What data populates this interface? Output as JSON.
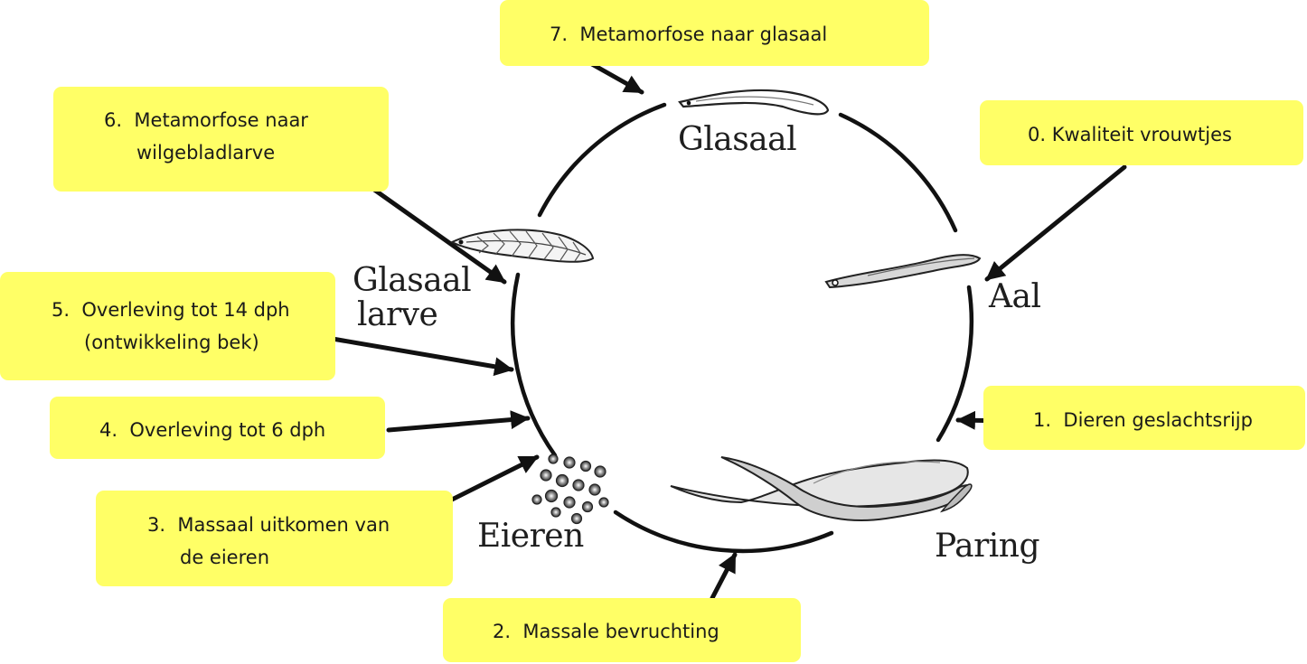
{
  "colors": {
    "callout_fill": "#ffff66",
    "ink": "#111111",
    "ring": "#111111"
  },
  "icons": [
    "glasaal-icon",
    "aal-icon",
    "paring-eels-icon",
    "eieren-icon",
    "leptocephalus-larva-icon"
  ],
  "stage_labels": {
    "glasaal": "Glasaal",
    "aal": "Aal",
    "paring": "Paring",
    "eieren": "Eieren",
    "glasaal_larve_line1": "Glasaal",
    "glasaal_larve_line2": "larve"
  },
  "callouts": [
    {
      "id": "step-0",
      "text": "0. Kwaliteit vrouwtjes"
    },
    {
      "id": "step-1",
      "number": "1.",
      "text": "Dieren geslachtsrijp"
    },
    {
      "id": "step-2",
      "number": "2.",
      "text": "Massale bevruchting"
    },
    {
      "id": "step-3",
      "number": "3.",
      "line1": "Massaal uitkomen van",
      "line2": "de eieren"
    },
    {
      "id": "step-4",
      "number": "4.",
      "text": "Overleving tot 6 dph"
    },
    {
      "id": "step-5",
      "number": "5.",
      "line1": "Overleving tot 14 dph",
      "line2": "(ontwikkeling bek)"
    },
    {
      "id": "step-6",
      "number": "6.",
      "line1": "Metamorfose naar",
      "line2": "wilgebladlarve"
    },
    {
      "id": "step-7",
      "number": "7.",
      "text": "Metamorfose naar glasaal"
    }
  ]
}
